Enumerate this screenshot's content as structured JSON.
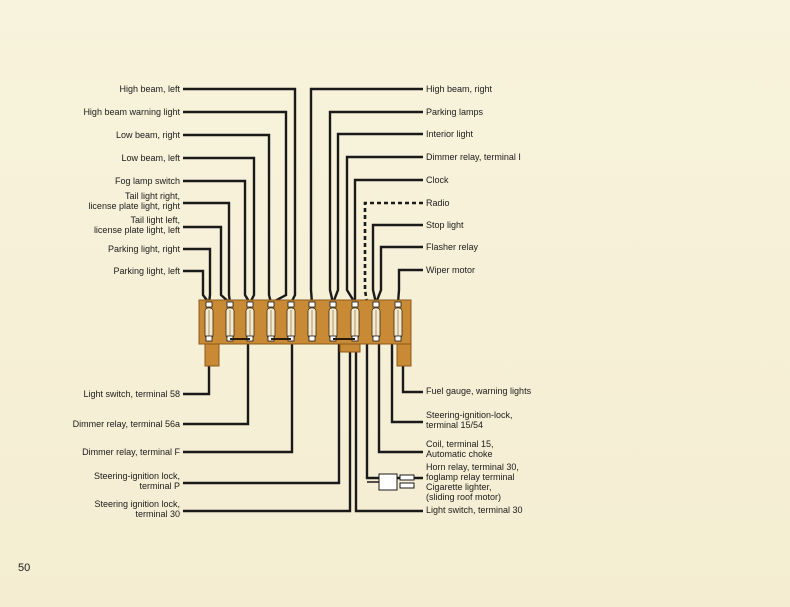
{
  "page_number": "50",
  "colors": {
    "paper": "#f6f0d8",
    "ink": "#1a1a1a",
    "fuse_box": "#c98a35",
    "fuse_box_edge": "#8a5a1c"
  },
  "top_left_labels": [
    [
      "High beam, left"
    ],
    [
      "High beam warning light"
    ],
    [
      "Low beam, right"
    ],
    [
      "Low beam, left"
    ],
    [
      "Fog lamp switch"
    ],
    [
      "Tail light right,",
      "license plate light, right"
    ],
    [
      "Tail light left,",
      "license plate light, left"
    ],
    [
      "Parking light, right"
    ],
    [
      "Parking light, left"
    ]
  ],
  "top_right_labels": [
    [
      "High beam, right"
    ],
    [
      "Parking lamps"
    ],
    [
      "Interior light"
    ],
    [
      "Dimmer relay, terminal I"
    ],
    [
      "Clock"
    ],
    [
      "Radio"
    ],
    [
      "Stop light"
    ],
    [
      "Flasher relay"
    ],
    [
      "Wiper motor"
    ]
  ],
  "bottom_left_labels": [
    [
      "Light switch, terminal 58"
    ],
    [
      "Dimmer relay, terminal 56a"
    ],
    [
      "Dimmer relay, terminal F"
    ],
    [
      "Steering-ignition lock,",
      "terminal P"
    ],
    [
      "Steering ignition lock,",
      "terminal 30"
    ]
  ],
  "bottom_right_labels": [
    [
      "Fuel gauge, warning lights"
    ],
    [
      "Steering-ignition-lock,",
      "terminal 15/54"
    ],
    [
      "Coil, terminal 15,",
      "Automatic choke"
    ],
    [
      "Horn relay, terminal 30,",
      "foglamp relay terminal"
    ],
    [
      "Cigarette lighter,",
      "(sliding roof motor)"
    ],
    [
      "Light switch, terminal 30"
    ]
  ]
}
